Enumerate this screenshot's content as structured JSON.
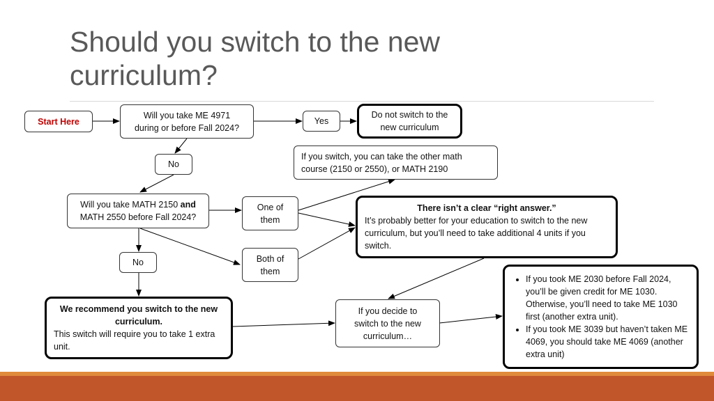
{
  "title_line1": "Should you switch to the new",
  "title_line2": "curriculum?",
  "start": "Start Here",
  "q1_line1": "Will you take ME 4971",
  "q1_line2": "during or before Fall 2024?",
  "yes": "Yes",
  "do_not_switch_line1": "Do not switch to the",
  "do_not_switch_line2": "new curriculum",
  "no": "No",
  "math_note_line1": "If you switch, you can take the other math",
  "math_note_line2": "course (2150 or 2550), or MATH 2190",
  "q2_part1": "Will you take MATH 2150 ",
  "q2_and": "and",
  "q2_line2": "MATH 2550 before Fall 2024?",
  "one_line1": "One of",
  "one_line2": "them",
  "both_line1": "Both of",
  "both_line2": "them",
  "no2": "No",
  "clear_heading": "There isn’t a clear “right answer.”",
  "clear_body": "It’s probably better for your education to switch to the new curriculum, but you’ll need to take additional 4 units if you switch.",
  "recommend_heading": "We recommend you switch to the new curriculum.",
  "recommend_body": "This switch will require you to take 1 extra unit.",
  "decide_line1": "If you decide to",
  "decide_line2": "switch to the new",
  "decide_line3": "curriculum…",
  "bullet1": "If you took ME 2030 before Fall 2024, you’ll be given credit for ME 1030. Otherwise, you’ll need to take ME 1030 first (another extra unit).",
  "bullet2": "If you took ME 3039 but haven’t taken ME 4069, you should take ME 4069 (another extra unit)",
  "colors": {
    "start_text": "#c00000",
    "footer": "#c0562a",
    "footer_stripe": "#e08a3c",
    "title": "#595959"
  }
}
